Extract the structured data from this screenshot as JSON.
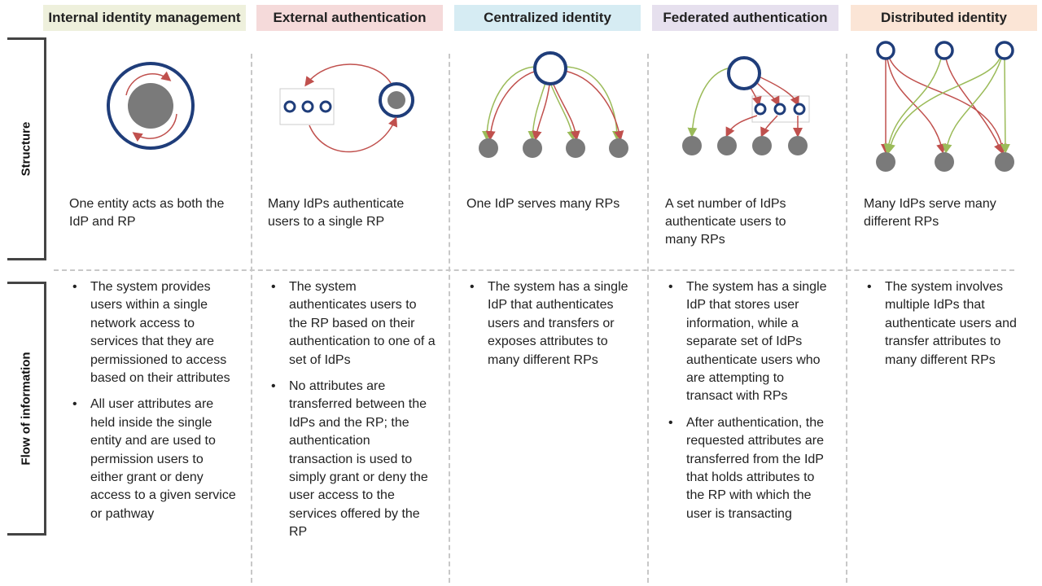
{
  "columns": [
    {
      "id": "internal",
      "title": "Internal identity management",
      "header_color": "#eef0dc",
      "structure": "One entity acts as both the IdP and RP",
      "flow": [
        "The system provides users within a single network access to services that they are permissioned to access based on their attributes",
        "All user attributes are held inside the single entity and are used to permission users to either grant or deny access to a given service or pathway"
      ]
    },
    {
      "id": "external",
      "title": "External authentication",
      "header_color": "#f5dada",
      "structure": "Many IdPs authenticate users to a single RP",
      "flow": [
        "The system authenticates users to the RP based on their authentication to one of a set of IdPs",
        "No attributes are transferred between the IdPs and the RP; the authentication transaction is used to simply grant or deny the user access to the services offered by the RP"
      ]
    },
    {
      "id": "centralized",
      "title": "Centralized identity",
      "header_color": "#d6ecf3",
      "structure": "One IdP serves many RPs",
      "flow": [
        "The system has a single IdP that authenticates users and transfers or exposes attributes to many different RPs"
      ]
    },
    {
      "id": "federated",
      "title": "Federated authentication",
      "header_color": "#e6e0ee",
      "structure": "A set number of IdPs authenticate users to many RPs",
      "flow": [
        "The system has a single IdP that stores user information, while a separate set of IdPs authenticate users who are attempting to transact with RPs",
        "After authentication, the requested attributes are transferred from the IdP that holds attributes to the RP with which the user is transacting"
      ]
    },
    {
      "id": "distributed",
      "title": "Distributed identity",
      "header_color": "#fbe5d6",
      "structure": "Many IdPs serve many different RPs",
      "flow": [
        "The system involves multiple IdPs that authenticate users and transfer attributes to many different RPs"
      ]
    }
  ],
  "rows": {
    "structure": "Structure",
    "flow": "Flow of information"
  },
  "colors": {
    "ring": "#1f3d7a",
    "node": "#7a7a7a",
    "red_arrow": "#c0504d",
    "green_arrow": "#9bbb59"
  }
}
